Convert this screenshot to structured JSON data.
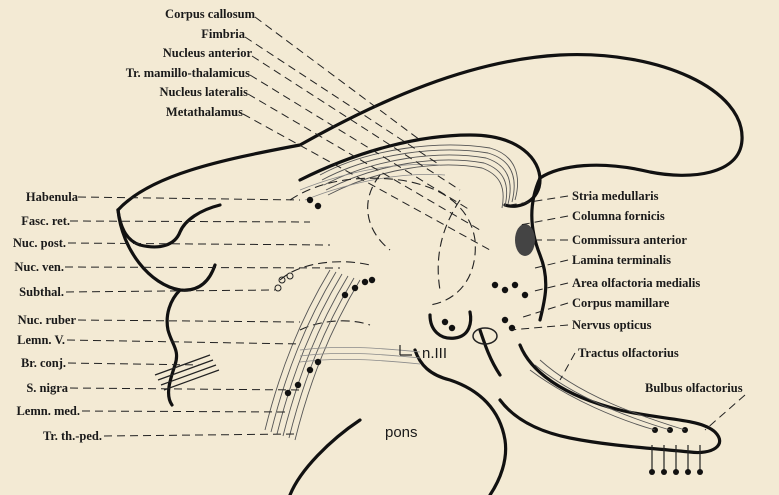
{
  "labels_top": [
    "Corpus callosum",
    "Fimbria",
    "Nucleus anterior",
    "Tr. mamillo-thalamicus",
    "Nucleus lateralis",
    "Metathalamus"
  ],
  "labels_left": [
    "Habenula",
    "Fasc. ret.",
    "Nuc. post.",
    "Nuc. ven.",
    "Subthal.",
    "Nuc. ruber",
    "Lemn. V.",
    "Br. conj.",
    "S. nigra",
    "Lemn. med.",
    "Tr. th.-ped."
  ],
  "labels_right": [
    "Stria medullaris",
    "Columna fornicis",
    "Commissura anterior",
    "Lamina terminalis",
    "Area olfactoria medialis",
    "Corpus mamillare",
    "Nervus opticus",
    "Tractus olfactorius",
    "Bulbus olfactorius"
  ],
  "labels_inner": {
    "n3": "n.III",
    "pons": "pons"
  }
}
